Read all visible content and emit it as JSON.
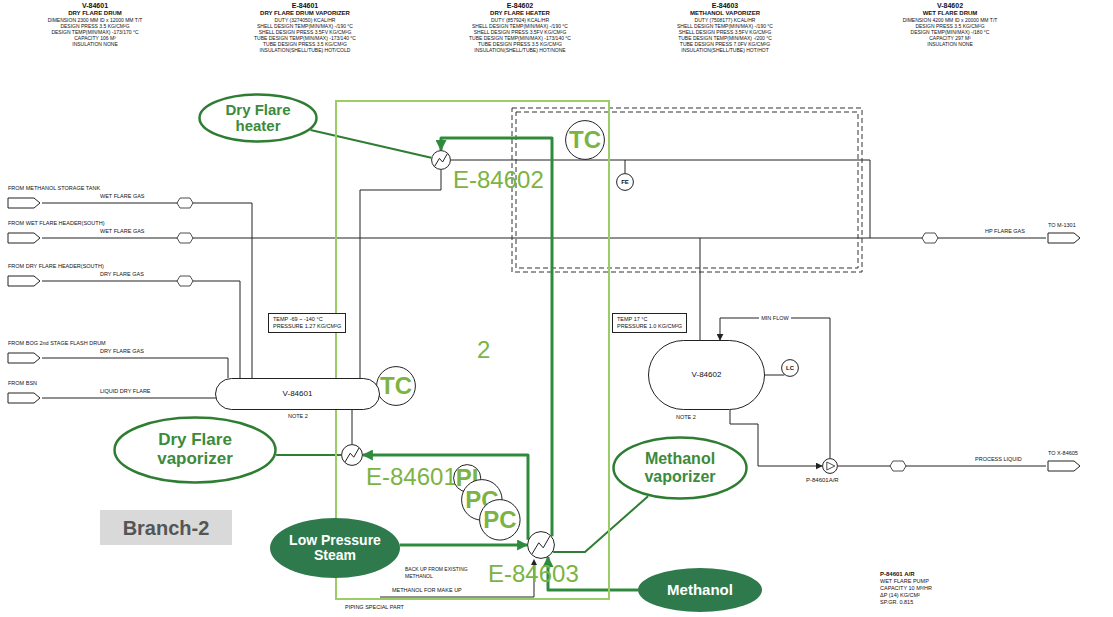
{
  "diagram": {
    "nodes": [
      {
        "text": [
          "Dry Flare heater"
        ]
      },
      {
        "text": [
          "2"
        ]
      },
      {
        "text": [
          "E-84602"
        ],
        "in": 1
      },
      {
        "text": [
          "TC"
        ],
        "in": 1
      },
      {
        "text": [
          "FE"
        ]
      },
      {
        "text": [
          "TEMP -69 ~ -140 °C",
          "PRESSURE 1.27 KG/CM²G"
        ]
      },
      {
        "text": [
          "TEMP 17 °C",
          "PRESSURE 1.0 KG/CM²G"
        ]
      },
      {
        "text": [
          "LC"
        ]
      },
      {
        "text": [
          "V-84601"
        ]
      },
      {
        "text": [
          "TC"
        ],
        "in": 1
      },
      {
        "text": [
          "V-84602"
        ]
      },
      {
        "text": [
          "Dry Flare vaporizer"
        ]
      },
      {
        "text": [
          "E-84601"
        ],
        "in": 1
      },
      {
        "text": [
          "PI"
        ],
        "in": 1
      },
      {
        "text": [
          "Methanol vaporizer"
        ]
      },
      {
        "text": [
          "P-84601A/R"
        ]
      },
      {
        "text": [
          "PC"
        ],
        "in": 1
      },
      {
        "text": [
          "Branch-2"
        ]
      },
      {
        "text": [
          "PC"
        ],
        "in": 1
      },
      {
        "text": [
          "E-84603"
        ],
        "in": 1
      },
      {
        "text": [
          "Low Pressure Steam"
        ]
      },
      {
        "text": [
          "Methanol"
        ]
      }
    ],
    "edges": [
      {
        "from": 0,
        "to": 2,
        "arrow": "none"
      },
      {
        "from": 11,
        "to": 12,
        "arrow": "none"
      },
      {
        "from": 14,
        "to": 19,
        "arrow": "none"
      },
      {
        "from": 20,
        "to": 19,
        "arrow": "to"
      },
      {
        "from": 21,
        "to": 19,
        "arrow": "to"
      },
      {
        "from": 19,
        "to": 2,
        "arrow": "to"
      },
      {
        "from": 19,
        "to": 12,
        "arrow": "to"
      },
      {
        "from": 8,
        "to": 12,
        "arrow": "none"
      },
      {
        "from": 8,
        "to": 2,
        "arrow": "none"
      },
      {
        "from": 10,
        "to": 15,
        "arrow": "to"
      },
      {
        "from": 7,
        "to": 10,
        "arrow": "none"
      },
      {
        "from": 9,
        "to": 8,
        "arrow": "none"
      },
      {
        "from": 15,
        "to": 10,
        "arrow": "to",
        "label": "MIN FLOW"
      }
    ],
    "labels": [
      "V-84601",
      "DRY FLARE DRUM",
      "DIMENSION 2300 MM ID x 12000 MM T/T",
      "DESIGN PRESS 3.5 KG/CM²G",
      "DESIGN TEMP(MIN/MAX) -173/170 °C",
      "CAPACITY 106 M³",
      "INSULATION NONE",
      "E-84601",
      "DRY FLARE DRUM VAPORIZER",
      "DUTY (3274050) KCAL/HR",
      "SHELL DESIGN TEMP(MIN/MAX) -/190 °C",
      "SHELL DESIGN PRESS 3.5FV KG/CM²G",
      "TUBE DESIGN TEMP(MIN/MAX) -173/140 °C",
      "TUBE DESIGN PRESS 3.5 KG/CM²G",
      "INSULATION(SHELL/TUBE) HOT/COLD",
      "E-84602",
      "DRY FLARE HEATER",
      "DUTY (857924) KCAL/HR",
      "SHELL DESIGN TEMP(MIN/MAX) -/190 °C",
      "SHELL DESIGN PRESS 3.5FV KG/CM²G",
      "TUBE DESIGN TEMP(MIN/MAX) -173/140 °C",
      "TUBE DESIGN PRESS 3.5 KG/CM²G",
      "INSULATION(SHELL/TUBE) HOT/NONE",
      "E-84603",
      "METHANOL VAPORIZER",
      "DUTY (7508177) KCAL/HR",
      "SHELL DESIGN TEMP(MIN/MAX) -/190 °C",
      "SHELL DESIGN PRESS 3.5FV KG/CM²G",
      "TUBE DESIGN TEMP(MIN/MAX) -/200 °C",
      "TUBE DESIGN PRESS 7.0FV KG/CM²G",
      "INSULATION(SHELL/TUBE) HOT/HOT",
      "V-84602",
      "WET FLARE DRUM",
      "DIMENSION 4200 MM ID x 20000 MM T/T",
      "DESIGN PRESS 3.5 KG/CM²G",
      "DESIGN TEMP(MIN/MAX) -/180 °C",
      "CAPACITY 297 M³",
      "INSULATION NONE",
      "FROM METHANOL STORAGE TANK",
      "WET FLARE GAS",
      "FROM WET FLARE HEADER(SOUTH)",
      "WET FLARE GAS",
      "FROM DRY FLARE HEADER(SOUTH)",
      "DRY FLARE GAS",
      "FROM BOG 2nd STAGE FLASH DRUM",
      "DRY FLARE GAS",
      "FROM BSN",
      "LIQUID DRY FLARE",
      "TO M-1301",
      "HP FLARE GAS",
      "TO X-84605",
      "PROCESS LIQUID",
      "NOTE 2",
      "NOTE 2",
      "BACK UP FROM EXISTING METHANOL",
      "METHANOL FOR MAKE UP",
      "PIPING SPECIAL PART",
      "P-84601 A/R",
      "WET FLARE PUMP",
      "CAPACITY 10 M³/HR",
      "ΔP (14) KG/CM²",
      "SP.GR. 0.815"
    ]
  }
}
